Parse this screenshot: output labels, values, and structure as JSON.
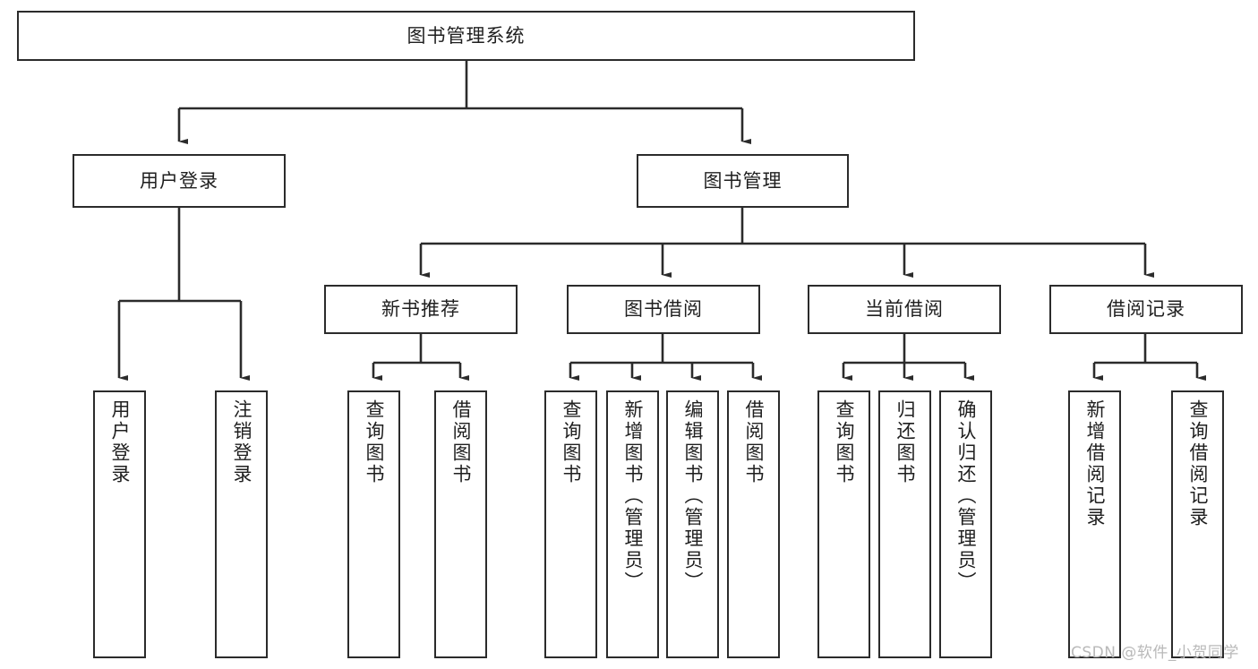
{
  "diagram": {
    "title": "图书管理系统",
    "watermark": "CSDN @软件_小贺同学",
    "colors": {
      "stroke": "#2b2b2b",
      "fill": "#ffffff",
      "text": "#1f1f1f",
      "watermark": "#b9b9b9"
    },
    "nodes": {
      "root": {
        "label": "图书管理系统"
      },
      "level1": [
        {
          "id": "user-login",
          "label": "用户登录"
        },
        {
          "id": "book-manage",
          "label": "图书管理"
        }
      ],
      "level2": [
        {
          "id": "new-book-recommend",
          "label": "新书推荐"
        },
        {
          "id": "book-borrow",
          "label": "图书借阅"
        },
        {
          "id": "current-borrow",
          "label": "当前借阅"
        },
        {
          "id": "borrow-record",
          "label": "借阅记录"
        }
      ],
      "leaves": {
        "user-login": [
          {
            "id": "leaf-user-login",
            "label": "用户登录"
          },
          {
            "id": "leaf-logout-login",
            "label": "注销登录"
          }
        ],
        "new-book-recommend": [
          {
            "id": "leaf-query-book-1",
            "label": "查询图书"
          },
          {
            "id": "leaf-borrow-book-1",
            "label": "借阅图书"
          }
        ],
        "book-borrow": [
          {
            "id": "leaf-query-book-2",
            "label": "查询图书"
          },
          {
            "id": "leaf-add-book",
            "label": "新增图书（管理员）"
          },
          {
            "id": "leaf-edit-book",
            "label": "编辑图书（管理员）"
          },
          {
            "id": "leaf-borrow-book-2",
            "label": "借阅图书"
          }
        ],
        "current-borrow": [
          {
            "id": "leaf-query-book-3",
            "label": "查询图书"
          },
          {
            "id": "leaf-return-book",
            "label": "归还图书"
          },
          {
            "id": "leaf-confirm-return",
            "label": "确认归还（管理员）"
          }
        ],
        "borrow-record": [
          {
            "id": "leaf-add-record",
            "label": "新增借阅记录"
          },
          {
            "id": "leaf-query-record",
            "label": "查询借阅记录"
          }
        ]
      }
    }
  }
}
